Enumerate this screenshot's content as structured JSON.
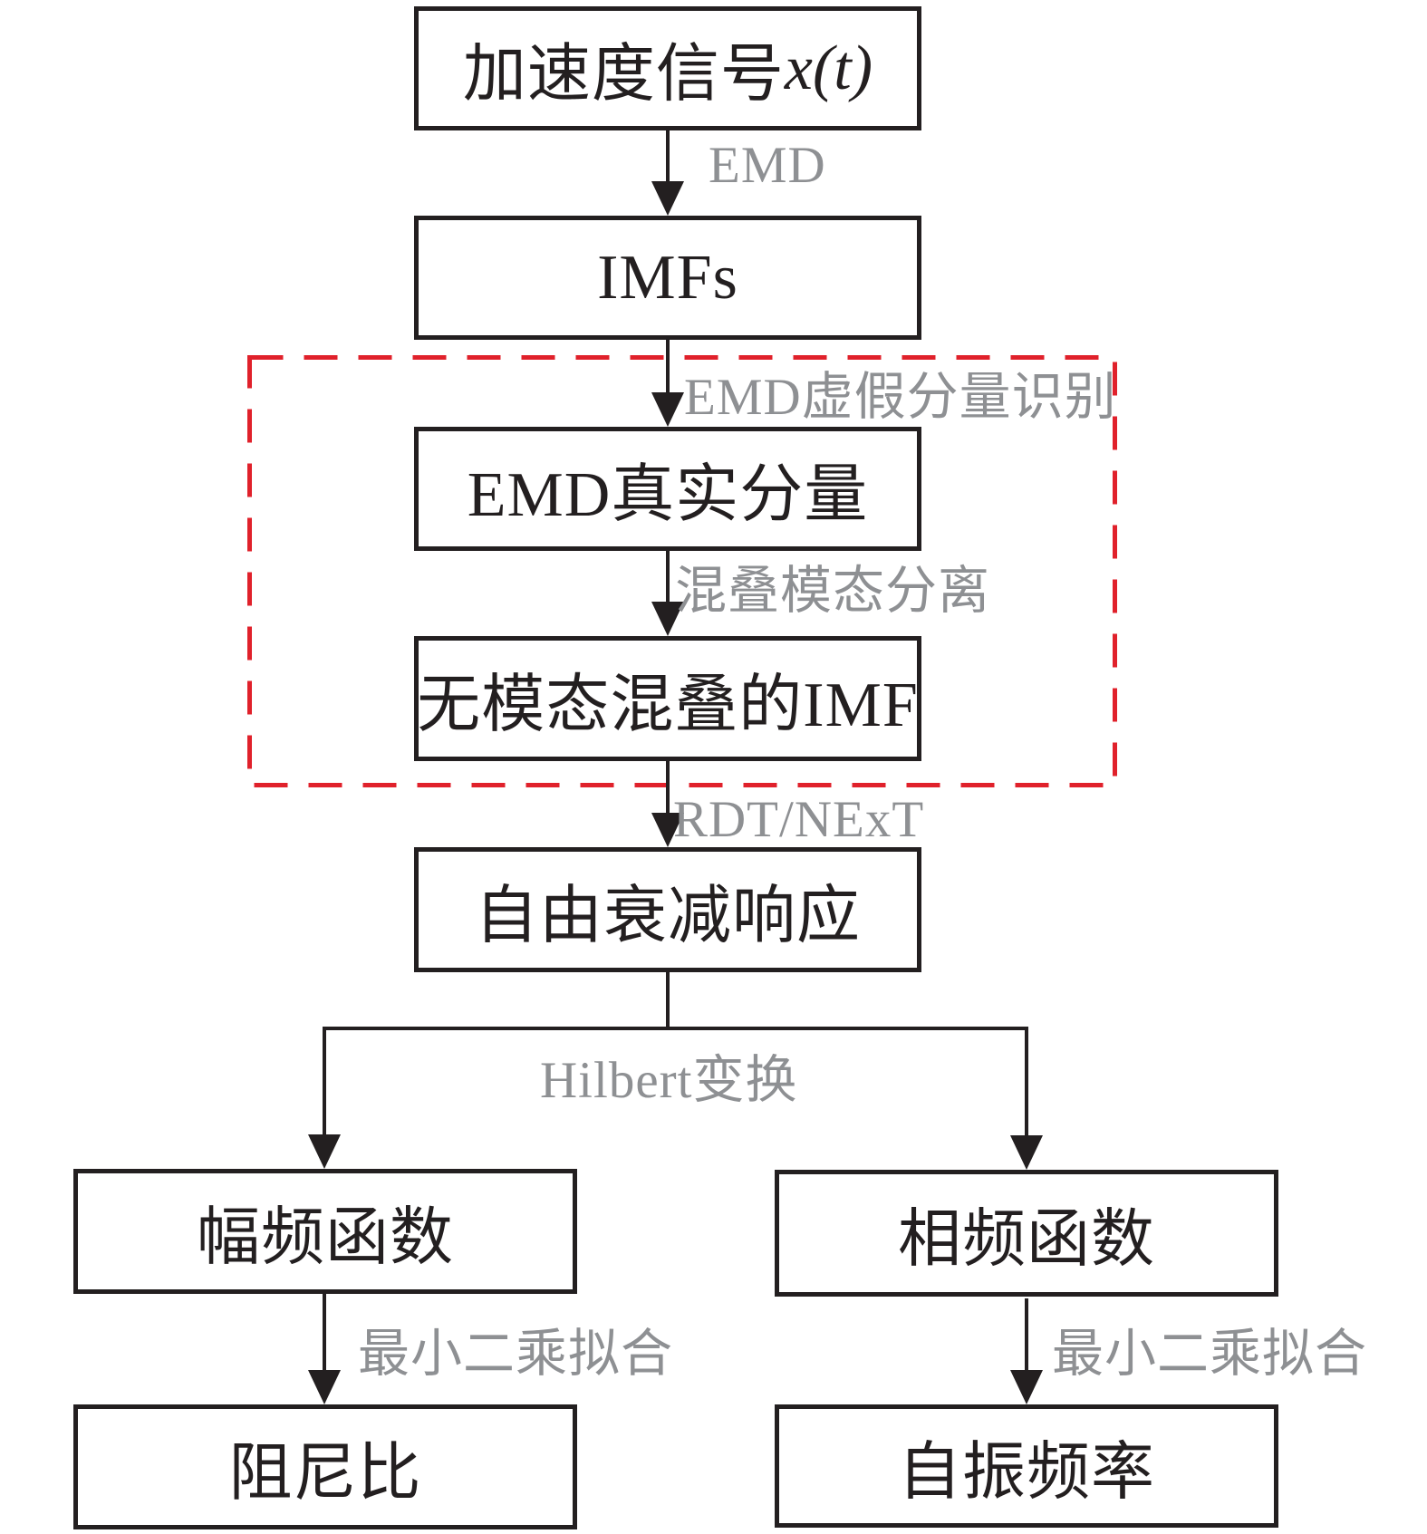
{
  "nodes": {
    "signal": {
      "text": "加速度信号",
      "math": "x(t)"
    },
    "imfs": "IMFs",
    "emd_true": "EMD真实分量",
    "imf_clean": "无模态混叠的IMF",
    "free_decay": "自由衰减响应",
    "amp_freq": "幅频函数",
    "phase_freq": "相频函数",
    "damping_ratio": "阻尼比",
    "natural_freq": "自振频率"
  },
  "edges": {
    "emd": "EMD",
    "false_component_id": "EMD虚假分量识别",
    "mode_separation": "混叠模态分离",
    "rdt_next": "RDT/NExT",
    "hilbert": "Hilbert变换",
    "lsq_left": "最小二乘拟合",
    "lsq_right": "最小二乘拟合"
  },
  "colors": {
    "border": "#231f20",
    "arrow": "#231f20",
    "label": "#8e9093",
    "dashed": "#e0212b",
    "background": "#ffffff"
  }
}
